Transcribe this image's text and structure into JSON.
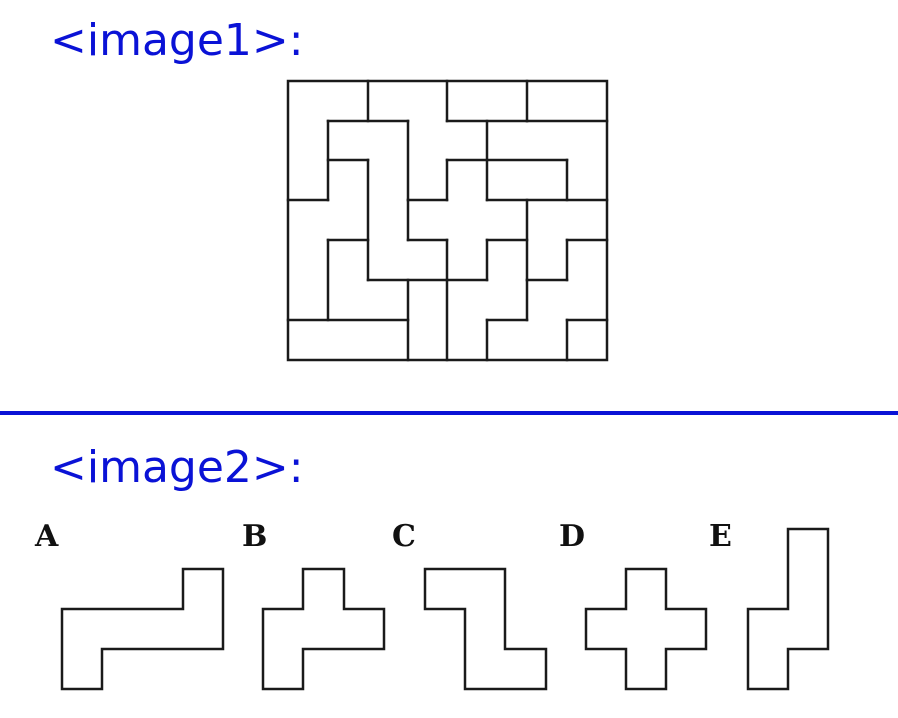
{
  "headings": {
    "image1": "<image1>:",
    "image2": "<image2>:"
  },
  "options": [
    {
      "letter": "A"
    },
    {
      "letter": "B"
    },
    {
      "letter": "C"
    },
    {
      "letter": "D"
    },
    {
      "letter": "E"
    }
  ],
  "colors": {
    "heading": "#0a12d6",
    "divider": "#0a12d6",
    "lines": "#1a1a1a"
  }
}
